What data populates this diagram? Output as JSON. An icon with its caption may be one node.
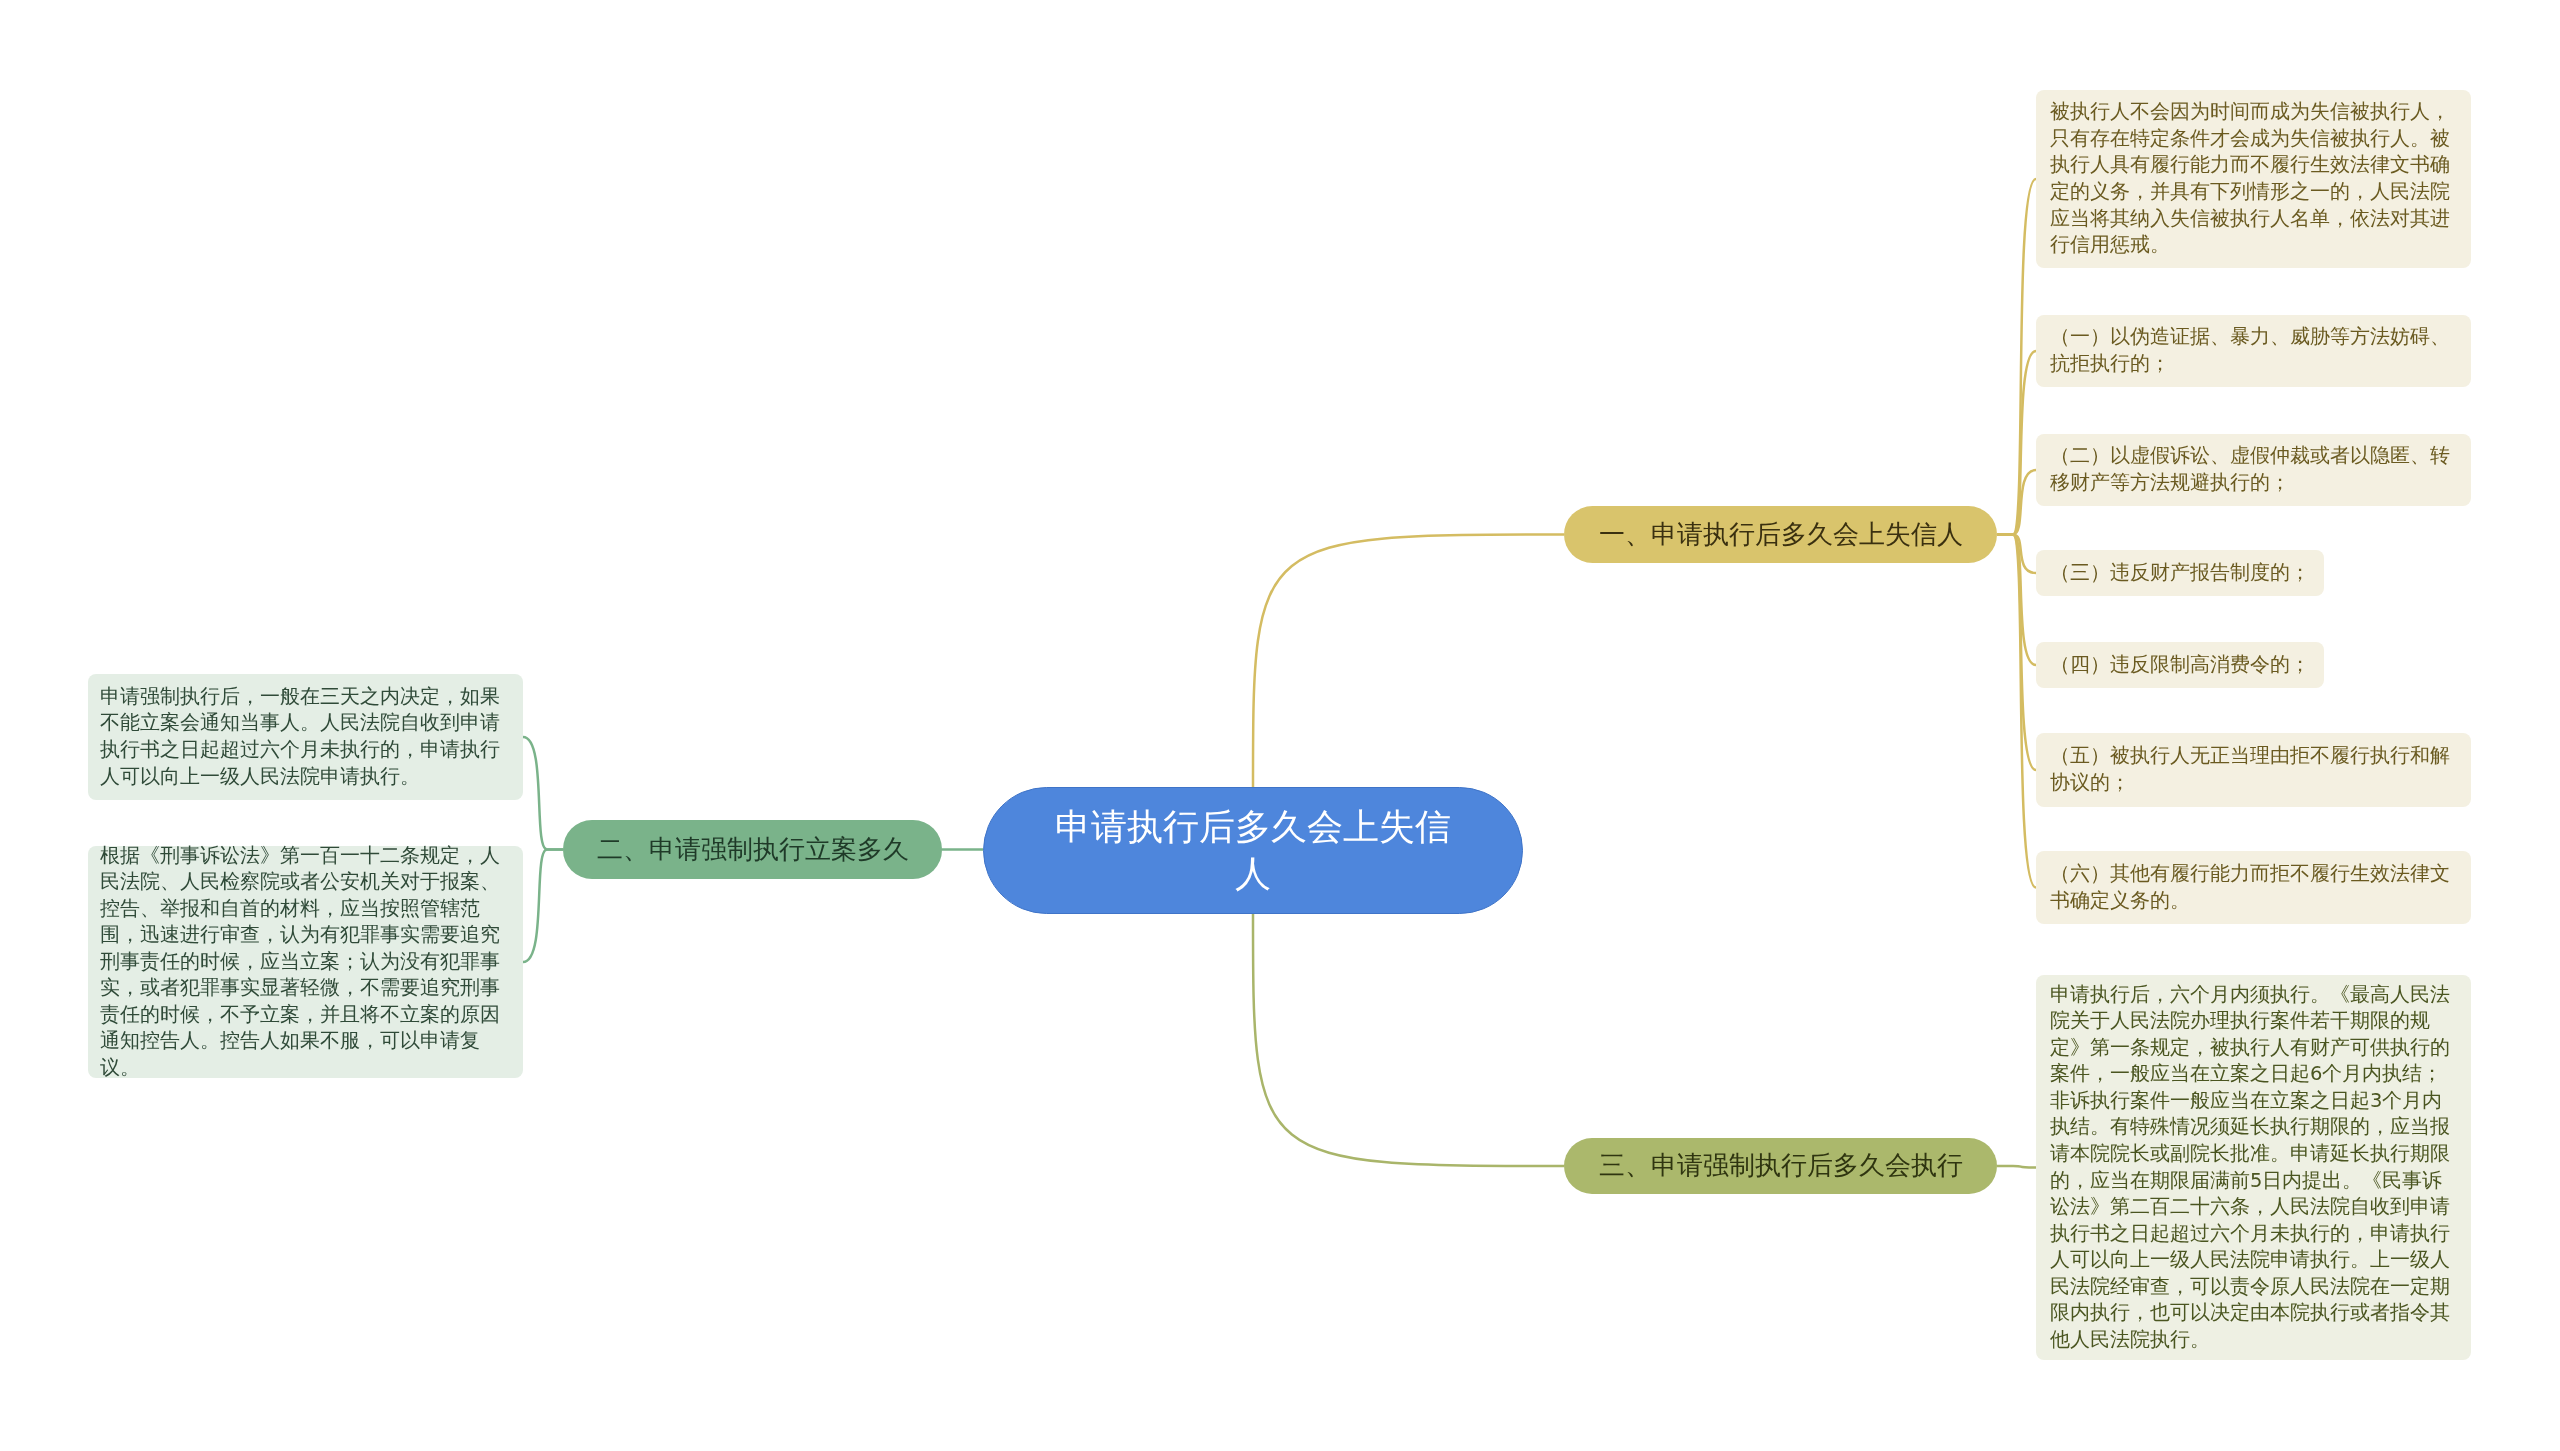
{
  "diagram": {
    "nodes": [
      {
        "text": [
          "申请执行后多久会上失信人"
        ]
      },
      {
        "text": [
          "一、申请执行后多久会上失信人"
        ]
      },
      {
        "text": [
          "被执行人不会因为时间而成为失信被执行人，只有存在特定条件才会成为失信被执行人。被执行人具有履行能力而不履行生效法律文书确定的义务，并具有下列情形之一的，人民法院应当将其纳入失信被执行人名单，依法对其进行信用惩戒。"
        ]
      },
      {
        "text": [
          "（一）以伪造证据、暴力、威胁等方法妨碍、抗拒执行的；"
        ]
      },
      {
        "text": [
          "（二）以虚假诉讼、虚假仲裁或者以隐匿、转移财产等方法规避执行的；"
        ]
      },
      {
        "text": [
          "（三）违反财产报告制度的；"
        ]
      },
      {
        "text": [
          "（四）违反限制高消费令的；"
        ]
      },
      {
        "text": [
          "（五）被执行人无正当理由拒不履行执行和解协议的；"
        ]
      },
      {
        "text": [
          "（六）其他有履行能力而拒不履行生效法律文书确定义务的。"
        ]
      },
      {
        "text": [
          "二、申请强制执行立案多久"
        ]
      },
      {
        "text": [
          "申请强制执行后，一般在三天之内决定，如果不能立案会通知当事人。人民法院自收到申请执行书之日起超过六个月未执行的，申请执行人可以向上一级人民法院申请执行。"
        ]
      },
      {
        "text": [
          "根据《刑事诉讼法》第一百一十二条规定，人民法院、人民检察院或者公安机关对于报案、控告、举报和自首的材料，应当按照管辖范围，迅速进行审查，认为有犯罪事实需要追究刑事责任的时候，应当立案；认为没有犯罪事实，或者犯罪事实显著轻微，不需要追究刑事责任的时候，不予立案，并且将不立案的原因通知控告人。控告人如果不服，可以申请复议。"
        ]
      },
      {
        "text": [
          "三、申请强制执行后多久会执行"
        ]
      },
      {
        "text": [
          "申请执行后，六个月内须执行。《最高人民法院关于人民法院办理执行案件若干期限的规定》第一条规定，被执行人有财产可供执行的案件，一般应当在立案之日起6个月内执结；非诉执行案件一般应当在立案之日起3个月内执结。有特殊情况须延长执行期限的，应当报请本院院长或副院长批准。申请延长执行期限的，应当在期限届满前5日内提出。《民事诉讼法》第二百二十六条，人民法院自收到申请执行书之日起超过六个月未执行的，申请执行人可以向上一级人民法院申请执行。上一级人民法院经审查，可以责令原人民法院在一定期限内执行，也可以决定由本院执行或者指令其他人民法院执行。"
        ]
      }
    ],
    "edges": [
      {
        "from": 0,
        "to": 1,
        "arrow": "none"
      },
      {
        "from": 1,
        "to": 2,
        "arrow": "none"
      },
      {
        "from": 1,
        "to": 3,
        "arrow": "none"
      },
      {
        "from": 1,
        "to": 4,
        "arrow": "none"
      },
      {
        "from": 1,
        "to": 5,
        "arrow": "none"
      },
      {
        "from": 1,
        "to": 6,
        "arrow": "none"
      },
      {
        "from": 1,
        "to": 7,
        "arrow": "none"
      },
      {
        "from": 1,
        "to": 8,
        "arrow": "none"
      },
      {
        "from": 0,
        "to": 9,
        "arrow": "none",
        "color": "#7ab38a"
      },
      {
        "from": 9,
        "to": 10,
        "arrow": "none",
        "color": "#7ab38a"
      },
      {
        "from": 9,
        "to": 11,
        "arrow": "none",
        "color": "#7ab38a"
      },
      {
        "from": 0,
        "to": 12,
        "arrow": "none",
        "color": "#a9b56a"
      },
      {
        "from": 12,
        "to": 13,
        "arrow": "none",
        "color": "#a9b56a"
      }
    ]
  }
}
